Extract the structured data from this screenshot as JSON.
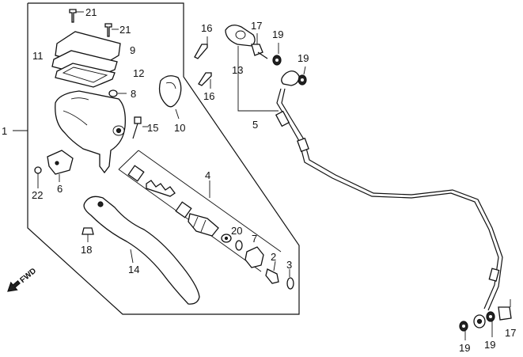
{
  "labels": [
    {
      "key": "21a",
      "text": "21"
    },
    {
      "key": "21b",
      "text": "21"
    },
    {
      "key": "11",
      "text": "11"
    },
    {
      "key": "9",
      "text": "9"
    },
    {
      "key": "12",
      "text": "12"
    },
    {
      "key": "8",
      "text": "8"
    },
    {
      "key": "1",
      "text": "1"
    },
    {
      "key": "15",
      "text": "15"
    },
    {
      "key": "10",
      "text": "10"
    },
    {
      "key": "16a",
      "text": "16"
    },
    {
      "key": "16b",
      "text": "16"
    },
    {
      "key": "13",
      "text": "13"
    },
    {
      "key": "17a",
      "text": "17"
    },
    {
      "key": "19a",
      "text": "19"
    },
    {
      "key": "19b",
      "text": "19"
    },
    {
      "key": "5",
      "text": "5"
    },
    {
      "key": "4",
      "text": "4"
    },
    {
      "key": "22",
      "text": "22"
    },
    {
      "key": "6",
      "text": "6"
    },
    {
      "key": "20",
      "text": "20"
    },
    {
      "key": "7",
      "text": "7"
    },
    {
      "key": "2",
      "text": "2"
    },
    {
      "key": "3",
      "text": "3"
    },
    {
      "key": "18",
      "text": "18"
    },
    {
      "key": "14",
      "text": "14"
    },
    {
      "key": "19c",
      "text": "19"
    },
    {
      "key": "19d",
      "text": "19"
    },
    {
      "key": "17b",
      "text": "17"
    }
  ],
  "fwd_label": "FWD"
}
